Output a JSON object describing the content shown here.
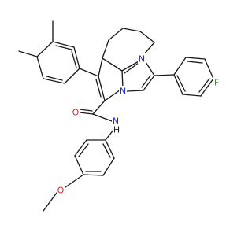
{
  "diagram": {
    "type": "chemical-structure",
    "colors": {
      "background": "#ffffff",
      "bond": "#1a1a1a",
      "nitrogen": "#2a2ad8",
      "oxygen": "#d82a2a",
      "fluorine": "#2aa02a",
      "hydrogen": "#1a1a1a"
    },
    "labels": {
      "n_ring_top": "N",
      "n_ring_bottom": "N",
      "o_carbonyl": "O",
      "n_amide": "N",
      "h_amide": "H",
      "f_para": "F",
      "o_methoxy": "O"
    }
  }
}
